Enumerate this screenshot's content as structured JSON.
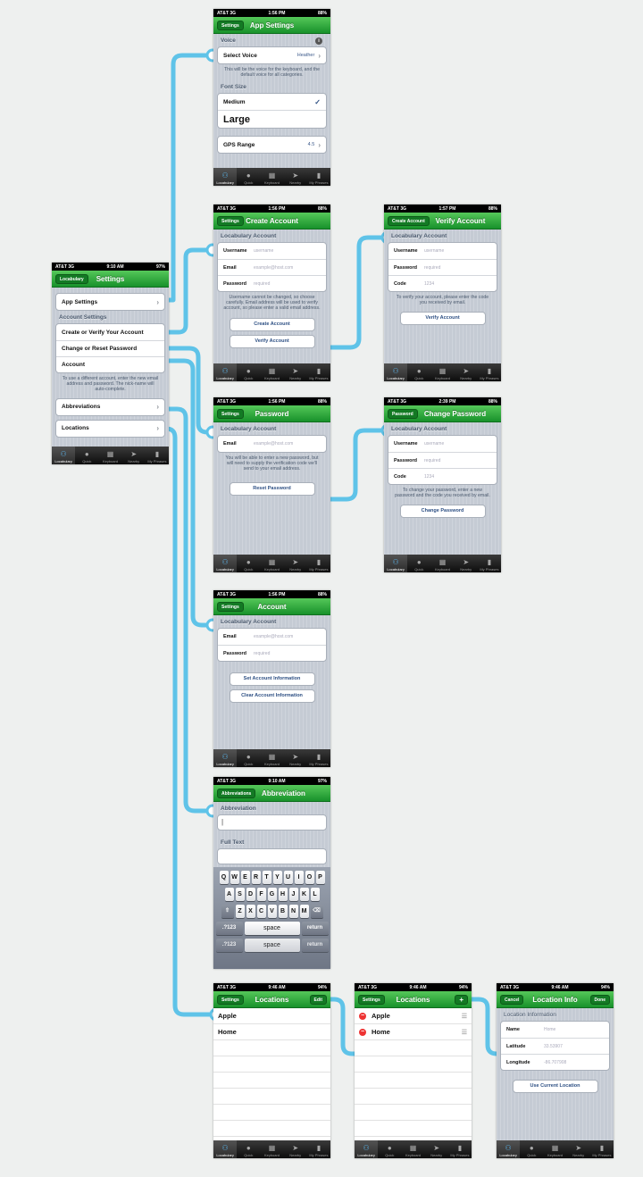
{
  "colors": {
    "accent": "#5fc3e8",
    "nav_green": "#2aa83a",
    "tab_highlight": "#5ab4ea"
  },
  "tabbar": [
    {
      "label": "Locabulary",
      "icon": "network-icon"
    },
    {
      "label": "Quick",
      "icon": "speech-bubble-icon"
    },
    {
      "label": "Keyboard",
      "icon": "keyboard-icon"
    },
    {
      "label": "Nearby",
      "icon": "location-arrow-icon"
    },
    {
      "label": "My Phrases",
      "icon": "microphone-icon"
    }
  ],
  "settings": {
    "status": {
      "carrier": "AT&T",
      "network": "3G",
      "time": "9:10 AM",
      "battery": "97%"
    },
    "back": "Locabulary",
    "title": "Settings",
    "app_settings": "App Settings",
    "account_header": "Account Settings",
    "rows": [
      "Create or Verify Your Account",
      "Change or Reset Password",
      "Account"
    ],
    "note": "To use a different account, enter the new email address and password.  The nick-name will auto-complete.",
    "abbreviations": "Abbreviations",
    "locations": "Locations"
  },
  "app_settings": {
    "status": {
      "carrier": "AT&T",
      "network": "3G",
      "time": "1:56 PM",
      "battery": "88%"
    },
    "back": "Settings",
    "title": "App Settings",
    "voice_header": "Voice",
    "select_voice": "Select Voice",
    "voice_value": "Heather",
    "voice_note": "This will be the voice for the keyboard, and the default voice for all categories.",
    "font_header": "Font Size",
    "font_medium": "Medium",
    "font_large": "Large",
    "gps_label": "GPS Range",
    "gps_value": "4.5"
  },
  "create_account": {
    "status": {
      "carrier": "AT&T",
      "network": "3G",
      "time": "1:56 PM",
      "battery": "88%"
    },
    "back": "Settings",
    "title": "Create Account",
    "header": "Locabulary Account",
    "fields": [
      {
        "label": "Username",
        "placeholder": "username"
      },
      {
        "label": "Email",
        "placeholder": "example@host.com"
      },
      {
        "label": "Password",
        "placeholder": "required"
      }
    ],
    "note": "Username cannot be changed, so choose carefully. Email address will be used to verify account, so please enter a valid email address.",
    "create_button": "Create Account",
    "verify_button": "Verify Account"
  },
  "verify_account": {
    "status": {
      "carrier": "AT&T",
      "network": "3G",
      "time": "1:57 PM",
      "battery": "88%"
    },
    "back": "Create Account",
    "title": "Verify Account",
    "header": "Locabulary Account",
    "fields": [
      {
        "label": "Username",
        "placeholder": "username"
      },
      {
        "label": "Password",
        "placeholder": "required"
      },
      {
        "label": "Code",
        "placeholder": "1234"
      }
    ],
    "note": "To verify your account, please enter the code you received by email.",
    "verify_button": "Verify Account"
  },
  "password": {
    "status": {
      "carrier": "AT&T",
      "network": "3G",
      "time": "1:56 PM",
      "battery": "88%"
    },
    "back": "Settings",
    "title": "Password",
    "header": "Locabulary Account",
    "fields": [
      {
        "label": "Email",
        "placeholder": "example@host.com"
      }
    ],
    "note": "You will be able to enter a new password, but will need to supply the verification code we'll send to your email address.",
    "reset_button": "Reset Password"
  },
  "change_password": {
    "status": {
      "carrier": "AT&T",
      "network": "3G",
      "time": "2:39 PM",
      "battery": "88%"
    },
    "back": "Password",
    "title": "Change Password",
    "header": "Locabulary Account",
    "fields": [
      {
        "label": "Username",
        "placeholder": "username"
      },
      {
        "label": "Password",
        "placeholder": "required"
      },
      {
        "label": "Code",
        "placeholder": "1234"
      }
    ],
    "note": "To change your password, enter a new password and the code you received by email.",
    "change_button": "Change Password"
  },
  "account": {
    "status": {
      "carrier": "AT&T",
      "network": "3G",
      "time": "1:56 PM",
      "battery": "88%"
    },
    "back": "Settings",
    "title": "Account",
    "header": "Locabulary Account",
    "fields": [
      {
        "label": "Email",
        "placeholder": "example@host.com"
      },
      {
        "label": "Password",
        "placeholder": "required"
      }
    ],
    "set_button": "Set Account Information",
    "clear_button": "Clear Account Information"
  },
  "abbreviation": {
    "status": {
      "carrier": "AT&T",
      "network": "3G",
      "time": "9:10 AM",
      "battery": "97%"
    },
    "back": "Abbreviations",
    "title": "Abbreviation",
    "abbr_label": "Abbreviation",
    "full_label": "Full Text",
    "keys_row1": [
      "Q",
      "W",
      "E",
      "R",
      "T",
      "Y",
      "U",
      "I",
      "O",
      "P"
    ],
    "keys_row2": [
      "A",
      "S",
      "D",
      "F",
      "G",
      "H",
      "J",
      "K",
      "L"
    ],
    "keys_row3": [
      "Z",
      "X",
      "C",
      "V",
      "B",
      "N",
      "M"
    ],
    "key_shift": "⇧",
    "key_delete": "⌫",
    "key_123": ".?123",
    "key_space": "space",
    "key_return": "return"
  },
  "locations": {
    "status": {
      "carrier": "AT&T",
      "network": "3G",
      "time": "9:46 AM",
      "battery": "94%"
    },
    "back": "Settings",
    "title": "Locations",
    "edit": "Edit",
    "items": [
      "Apple",
      "Home"
    ]
  },
  "locations_edit": {
    "status": {
      "carrier": "AT&T",
      "network": "3G",
      "time": "9:46 AM",
      "battery": "94%"
    },
    "back": "Settings",
    "title": "Locations",
    "add": "+",
    "items": [
      "Apple",
      "Home"
    ]
  },
  "location_info": {
    "status": {
      "carrier": "AT&T",
      "network": "3G",
      "time": "9:46 AM",
      "battery": "94%"
    },
    "cancel": "Cancel",
    "title": "Location Info",
    "done": "Done",
    "header": "Location Information",
    "fields": [
      {
        "label": "Name",
        "placeholder": "Home"
      },
      {
        "label": "Latitude",
        "placeholder": "33.53907"
      },
      {
        "label": "Longitude",
        "placeholder": "-86.707908"
      }
    ],
    "use_button": "Use Current Location"
  }
}
